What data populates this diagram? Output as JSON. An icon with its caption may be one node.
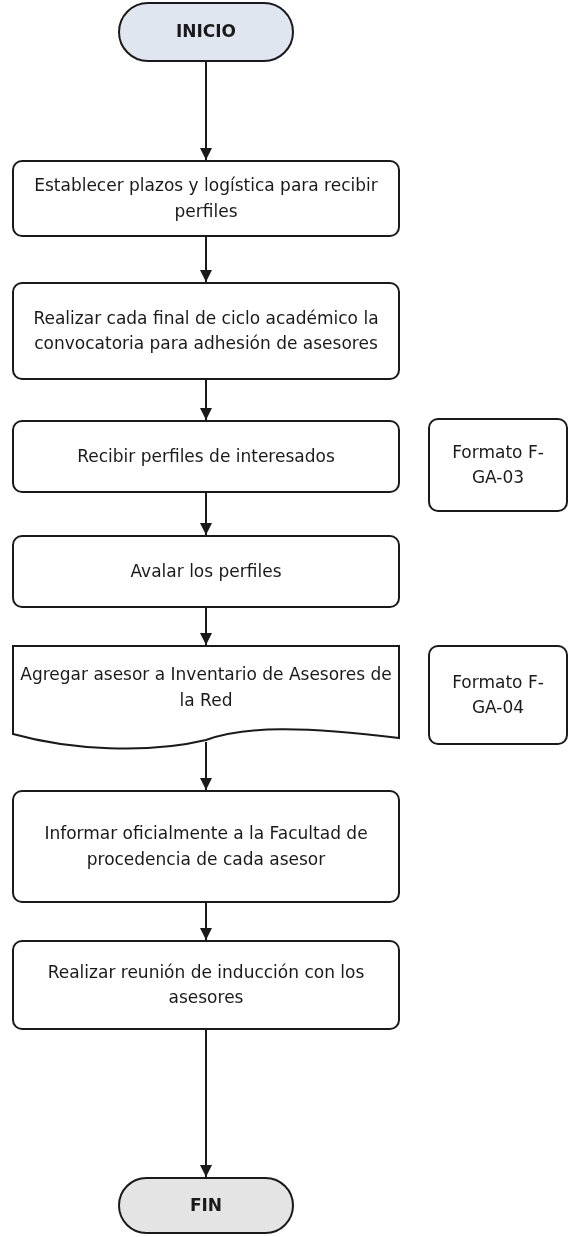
{
  "diagram": {
    "nodes": [
      {
        "text": [
          "INICIO"
        ]
      },
      {
        "text": [
          "Establecer plazos y logística para recibir perfiles"
        ]
      },
      {
        "text": [
          "Realizar cada final de ciclo académico la convocatoria para adhesión de asesores"
        ]
      },
      {
        "text": [
          "Recibir perfiles de interesados"
        ]
      },
      {
        "text": [
          "Formato F-GA-03"
        ]
      },
      {
        "text": [
          "Avalar los perfiles"
        ]
      },
      {
        "text": [
          "Agregar asesor a Inventario de Asesores de la Red"
        ]
      },
      {
        "text": [
          "Formato F-GA-04"
        ]
      },
      {
        "text": [
          "Informar oficialmente a la Facultad de procedencia de cada asesor"
        ]
      },
      {
        "text": [
          "Realizar reunión de inducción con los asesores"
        ]
      },
      {
        "text": [
          "FIN"
        ]
      }
    ],
    "edges": [
      {
        "from": 0,
        "to": 1,
        "arrow": "to"
      },
      {
        "from": 1,
        "to": 2,
        "arrow": "to"
      },
      {
        "from": 2,
        "to": 3,
        "arrow": "to"
      },
      {
        "from": 3,
        "to": 5,
        "arrow": "to"
      },
      {
        "from": 5,
        "to": 6,
        "arrow": "to"
      },
      {
        "from": 6,
        "to": 8,
        "arrow": "to"
      },
      {
        "from": 8,
        "to": 9,
        "arrow": "to"
      },
      {
        "from": 9,
        "to": 10,
        "arrow": "to"
      }
    ]
  }
}
